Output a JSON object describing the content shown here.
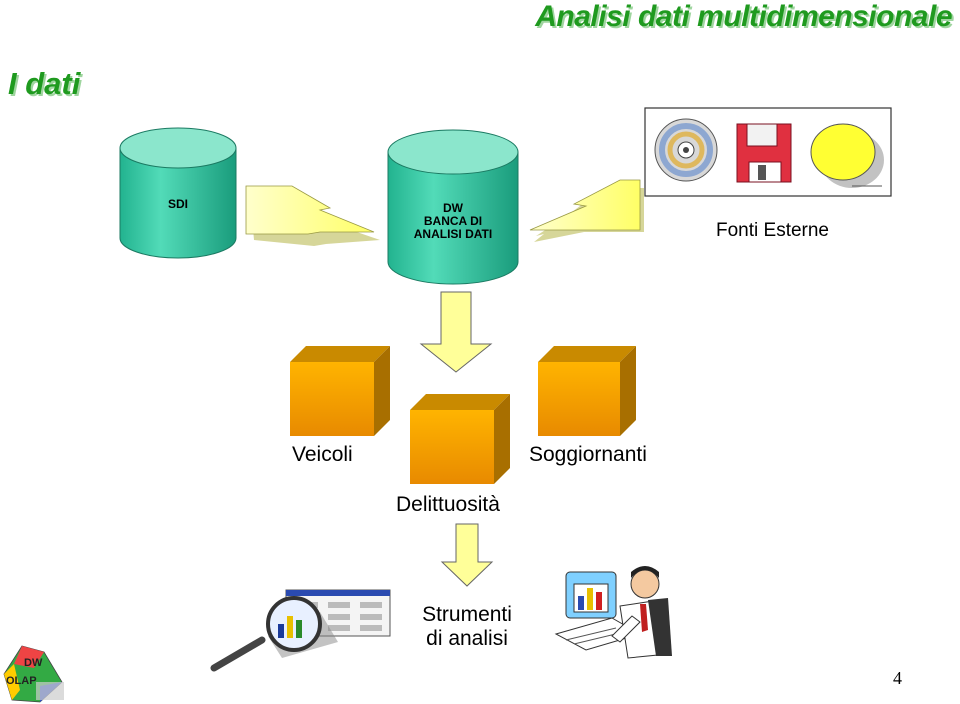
{
  "header": {
    "title": "Analisi dati multidimensionale",
    "subtitle": "I dati"
  },
  "sources": {
    "sdi_label": "SDI",
    "dw_label_lines": [
      "DW",
      "BANCA DI",
      "ANALISI DATI"
    ],
    "external_label": "Fonti Esterne"
  },
  "cubes": {
    "veicoli": "Veicoli",
    "soggiornanti": "Soggiornanti",
    "delittuosita": "Delittuosità"
  },
  "tools": {
    "label_lines": [
      "Strumenti",
      "di analisi"
    ]
  },
  "logo": {
    "top": "DW",
    "bottom": "OLAP"
  },
  "footer": {
    "page_number": "4"
  },
  "colors": {
    "title": "#1f9a1f",
    "cylinder": "#3ec9a6",
    "cylinder_top": "#8be6cc",
    "cube_front": "#f5a000",
    "cube_top": "#c98a00",
    "arrow_fill": "#ffff99",
    "floppy": "#e03040"
  },
  "icons": [
    "cd-icon",
    "floppy-disk-icon",
    "disk-icon",
    "magnifier-icon",
    "spreadsheet-icon",
    "person-at-computer-icon",
    "bar-chart-icon",
    "dw-olap-logo-icon"
  ]
}
